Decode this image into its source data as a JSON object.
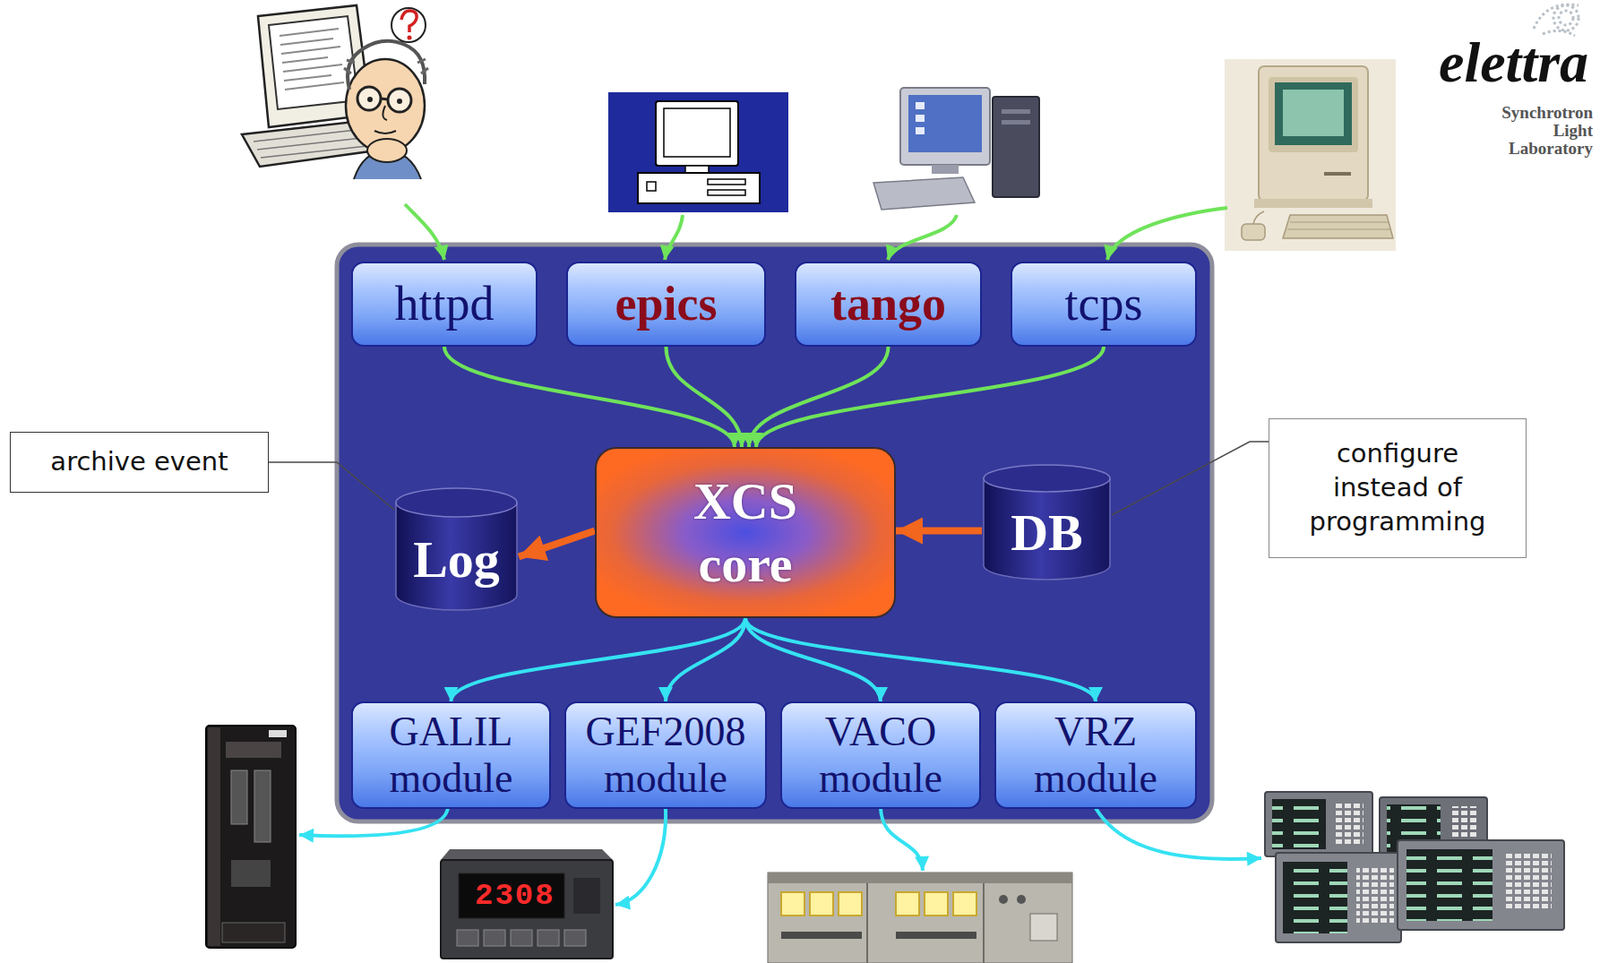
{
  "diagram": {
    "nodes": [
      {
        "text": [
          "httpd"
        ]
      },
      {
        "text": [
          "epics"
        ]
      },
      {
        "text": [
          "tango"
        ]
      },
      {
        "text": [
          "tcps"
        ]
      },
      {
        "text": [
          "archive event"
        ]
      },
      {
        "text": [
          "Log"
        ]
      },
      {
        "text": [
          "XCS core"
        ]
      },
      {
        "text": [
          "DB"
        ]
      },
      {
        "text": [
          "configure instead of programming"
        ]
      },
      {
        "text": [
          "GALIL module"
        ]
      },
      {
        "text": [
          "GEF2008 module"
        ]
      },
      {
        "text": [
          "VACO module"
        ]
      },
      {
        "text": [
          "VRZ module"
        ]
      }
    ],
    "edges": [
      {
        "from": 0,
        "to": 6,
        "arrow": "to"
      },
      {
        "from": 1,
        "to": 6,
        "arrow": "to"
      },
      {
        "from": 2,
        "to": 6,
        "arrow": "to"
      },
      {
        "from": 3,
        "to": 6,
        "arrow": "to"
      },
      {
        "from": 6,
        "to": 5,
        "arrow": "to"
      },
      {
        "from": 7,
        "to": 6,
        "arrow": "to"
      },
      {
        "from": 6,
        "to": 9,
        "arrow": "to"
      },
      {
        "from": 6,
        "to": 10,
        "arrow": "to"
      },
      {
        "from": 6,
        "to": 11,
        "arrow": "to"
      },
      {
        "from": 6,
        "to": 12,
        "arrow": "to"
      },
      {
        "from": 4,
        "to": 5,
        "arrow": "none"
      },
      {
        "from": 8,
        "to": 7,
        "arrow": "none"
      }
    ],
    "labels": [
      "elettra",
      "Synchrotron Light Laboratory",
      "2308"
    ]
  }
}
